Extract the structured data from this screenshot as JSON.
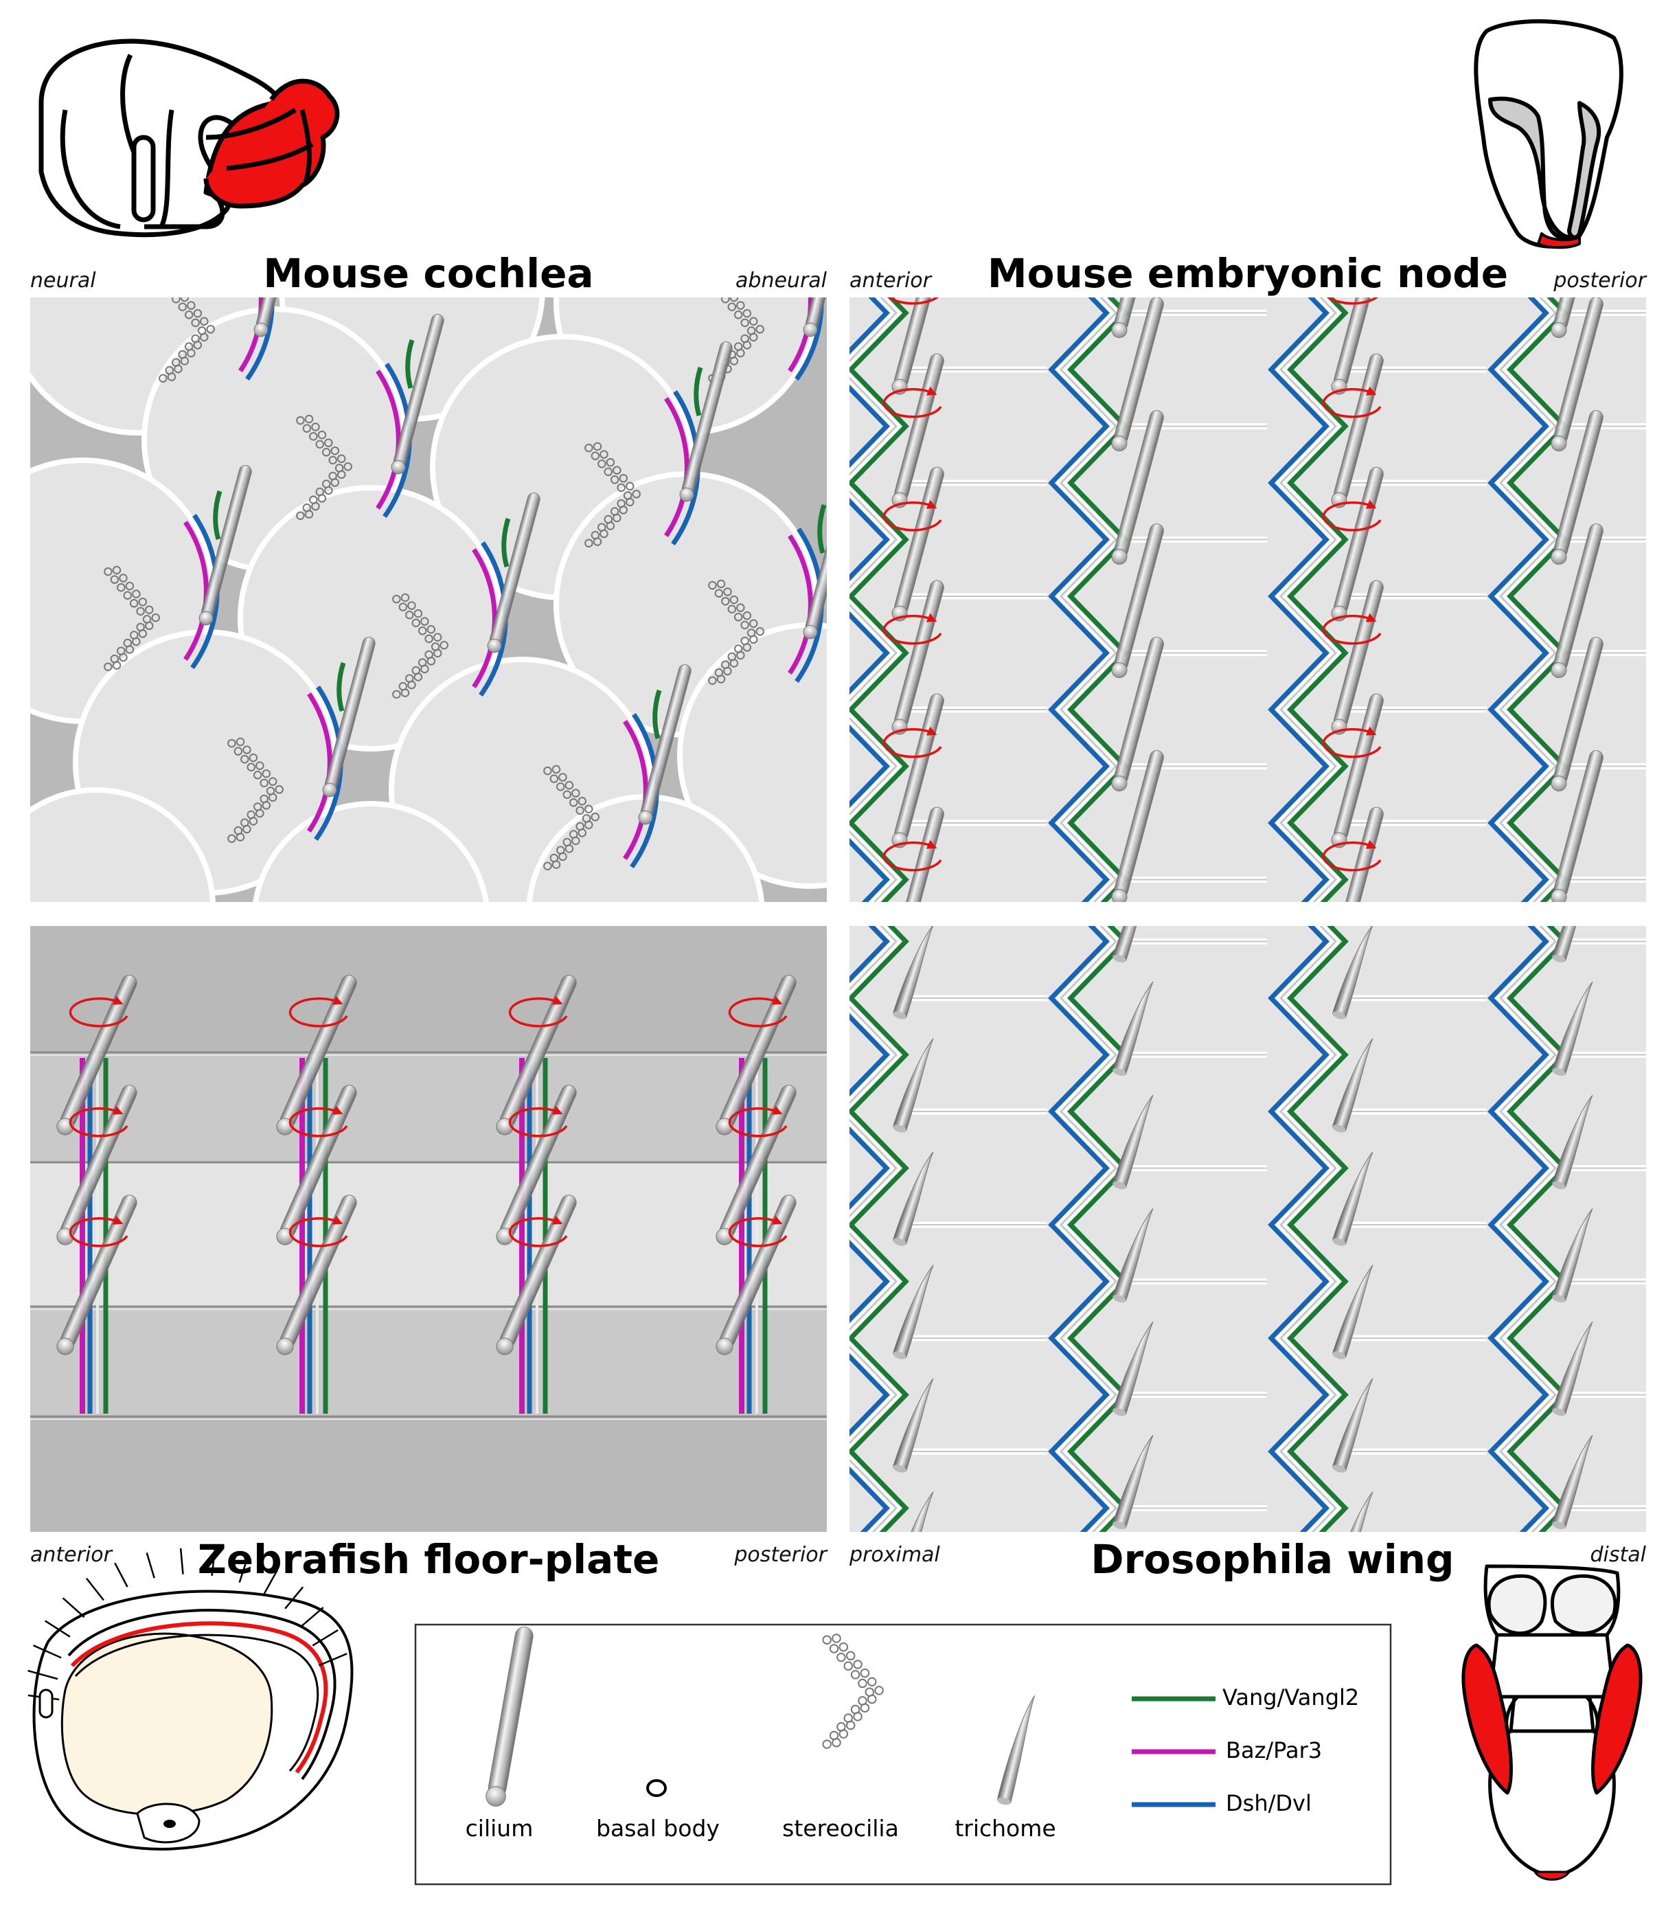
{
  "panels": [
    {
      "id": "cochlea",
      "title": "Mouse cochlea",
      "left_label": "neural",
      "right_label": "abneural"
    },
    {
      "id": "node",
      "title": "Mouse embryonic node",
      "left_label": "anterior",
      "right_label": "posterior"
    },
    {
      "id": "floorplate",
      "title": "Zebrafish floor-plate",
      "left_label": "anterior",
      "right_label": "posterior"
    },
    {
      "id": "wing",
      "title": "Drosophila wing",
      "left_label": "proximal",
      "right_label": "distal"
    }
  ],
  "legend": {
    "items": [
      {
        "label": "cilium"
      },
      {
        "label": "basal body"
      },
      {
        "label": "stereocilia"
      },
      {
        "label": "trichome"
      }
    ],
    "proteins": [
      {
        "label": "Vang/Vangl2",
        "color": "#1a7a34"
      },
      {
        "label": "Baz/Par3",
        "color": "#c218b4"
      },
      {
        "label": "Dsh/Dvl",
        "color": "#1763b4"
      }
    ]
  },
  "colors": {
    "highlight": "#ee1111",
    "rotation_arrow": "#e31212",
    "panel_light": "#e4e4e4",
    "panel_dark": "#b9b9b9",
    "embryo_yolk": "#fdf4e2"
  }
}
